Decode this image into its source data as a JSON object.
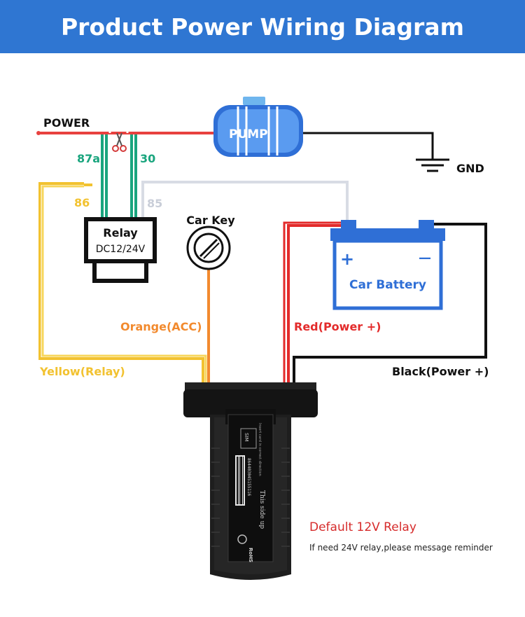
{
  "title": "Product Power Wiring Diagram",
  "labels": {
    "power": "POWER",
    "pump": "PUMP",
    "gnd": "GND",
    "pin_87a": "87a",
    "pin_30": "30",
    "pin_86": "86",
    "pin_85": "85",
    "relay_title": "Relay",
    "relay_voltage": "DC12/24V",
    "car_key": "Car Key",
    "battery_plus": "+",
    "battery_minus": "—",
    "car_battery": "Car Battery",
    "orange_wire": "Orange(ACC)",
    "red_wire": "Red(Power +)",
    "yellow_wire": "Yellow(Relay)",
    "black_wire": "Black(Power +)",
    "device_side": "This side up",
    "device_sim": "SIM",
    "device_direction": "Insert card in correct direction",
    "device_imei": "864403045155116",
    "device_rohs": "RoHS",
    "default_relay": "Default 12V Relay",
    "relay_note": "If need 24V relay,please message reminder"
  },
  "colors": {
    "banner": "#2f76d2",
    "power_wire": "#e8413f",
    "red_wire": "#e32b2b",
    "green_wire": "#1aa57e",
    "yellow_wire": "#f2c230",
    "orange_wire": "#f28a2e",
    "black_wire": "#111111",
    "white_wire": "#d8dce4",
    "blue_parts": "#2f6fd6",
    "note_red": "#d62b2b"
  },
  "icons": [
    "scissors-icon",
    "car-key-icon",
    "ground-icon",
    "battery-icon",
    "pump-icon",
    "relay-icon"
  ]
}
